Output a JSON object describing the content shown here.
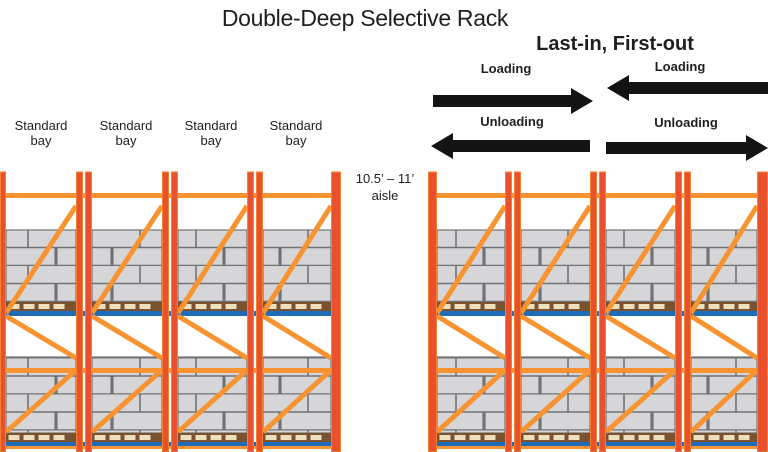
{
  "title": "Double-Deep Selective Rack",
  "flow_diagram": {
    "heading": "Last-in, First-out",
    "left_aisle": {
      "loading_label": "Loading",
      "unloading_label": "Unloading"
    },
    "right_aisle": {
      "loading_label": "Loading",
      "unloading_label": "Unloading"
    }
  },
  "rack_area": {
    "bay_labels": [
      {
        "line1": "Standard",
        "line2": "bay"
      },
      {
        "line1": "Standard",
        "line2": "bay"
      },
      {
        "line1": "Standard",
        "line2": "bay"
      },
      {
        "line1": "Standard",
        "line2": "bay"
      }
    ],
    "aisle_label": {
      "line1": "10.5’ – 11’",
      "line2": "aisle"
    }
  },
  "colors": {
    "post_orange": "#E8512B",
    "post_highlight": "#F58233",
    "beam_orange": "#F79331",
    "block_fill": "#D6D6D8",
    "block_mortar": "#717276",
    "beam_blue": "#1C6CB7",
    "pallet_dark": "#7A5230",
    "pallet_board": "#EDE0BC",
    "arrow_black": "#141414",
    "text": "#1F1F1F"
  }
}
